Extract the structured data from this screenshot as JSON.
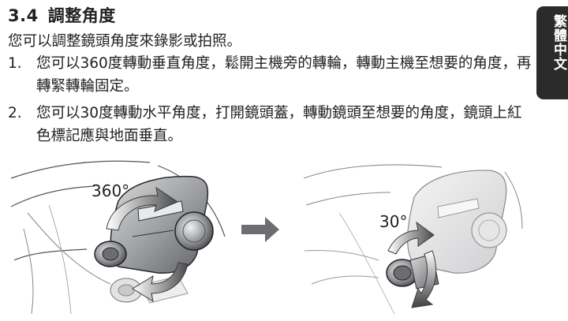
{
  "section": {
    "number": "3.4",
    "title": "調整角度"
  },
  "intro": "您可以調整鏡頭角度來錄影或拍照。",
  "steps": [
    {
      "num": "1.",
      "text": "您可以360度轉動垂直角度，鬆開主機旁的轉輪，轉動主機至想要的角度，再轉緊轉輪固定。"
    },
    {
      "num": "2.",
      "text": "您可以30度轉動水平角度，打開鏡頭蓋，轉動鏡頭至想要的角度，鏡頭上紅色標記應與地面垂直。"
    }
  ],
  "language_tab": "繁體中文",
  "figure": {
    "left_angle_label": "360°",
    "right_angle_label": "30°"
  },
  "colors": {
    "text": "#231f20",
    "tab_background": "#2b2b2b",
    "arrow": "#6d6e71"
  }
}
